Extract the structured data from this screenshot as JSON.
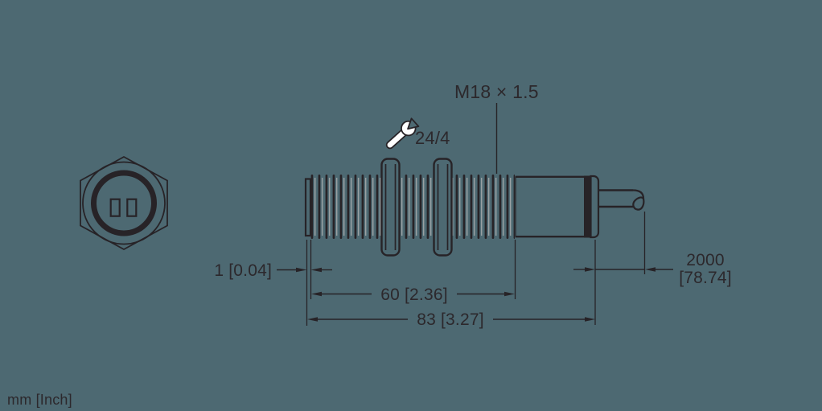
{
  "colors": {
    "background": "#4d6972",
    "line": "#272327",
    "thread_gap": "#a7abac",
    "wrench_fill": "#ffffff",
    "text": "#2c282c"
  },
  "drawing": {
    "units_note": "mm [Inch]",
    "thread_spec_label": "M18 × 1.5",
    "wrench_size_label": "24/4",
    "dimensions": {
      "face": "1 [0.04]",
      "thread_length": "60 [2.36]",
      "overall_length": "83 [3.27]",
      "cable_length_mm": "2000",
      "cable_length_inch": "[78.74]"
    }
  }
}
